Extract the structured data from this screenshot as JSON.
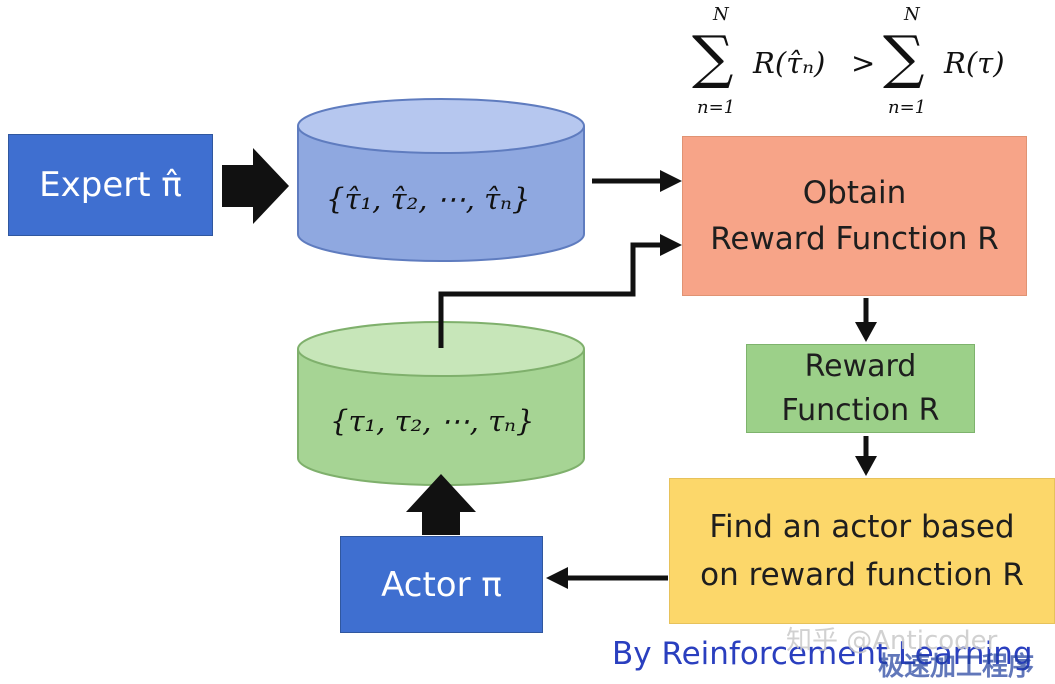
{
  "nodes": {
    "expert": {
      "label": "Expert π̂"
    },
    "actor": {
      "label": "Actor π"
    },
    "expert_trajectories": {
      "label": "{τ̂₁, τ̂₂, ⋯, τ̂ₙ}"
    },
    "actor_trajectories": {
      "label": "{τ₁, τ₂, ⋯, τₙ}"
    },
    "obtain_reward": {
      "line1": "Obtain",
      "line2": "Reward Function R"
    },
    "reward_function": {
      "line1": "Reward",
      "line2": "Function R"
    },
    "find_actor": {
      "line1": "Find an actor based",
      "line2": "on reward function R"
    }
  },
  "formula": {
    "sum_upper": "N",
    "sum_lower": "n=1",
    "lhs": "R(τ̂ₙ)",
    "operator": ">",
    "rhs": "R(τ)"
  },
  "credit": "By Reinforcement Learning",
  "watermark": "知乎 @Anticoder",
  "stamp": "极速加工程序",
  "colors": {
    "blue_box": "#3f6fd0",
    "expert_cylinder": "#8fa8e0",
    "actor_cylinder": "#a6d494",
    "orange_box": "#f7a488",
    "green_box": "#9cd089",
    "yellow_box": "#fcd76a",
    "credit_text": "#2a3fbf"
  }
}
